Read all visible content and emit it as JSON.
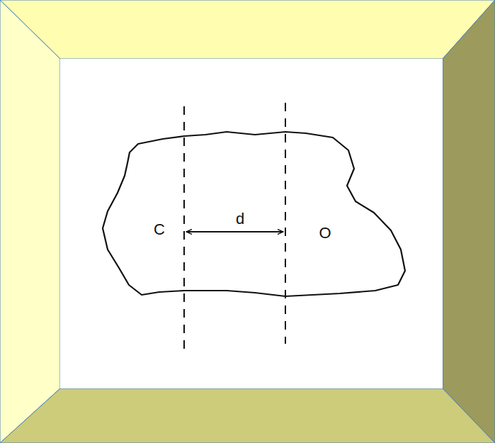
{
  "diagram": {
    "labels": [
      "C",
      "d",
      "O"
    ]
  }
}
